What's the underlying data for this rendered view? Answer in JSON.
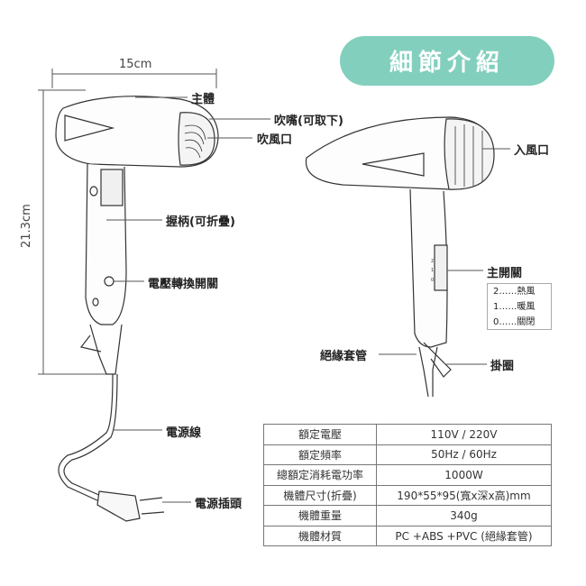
{
  "title": "細節介紹",
  "dimensions": {
    "width": "15cm",
    "height": "21.3cm"
  },
  "labels": {
    "body": "主體",
    "nozzle": "吹嘴(可取下)",
    "outlet": "吹風口",
    "handle": "握柄(可折疊)",
    "voltage_switch": "電壓轉換開關",
    "cord": "電源線",
    "plug": "電源插頭",
    "inlet": "入風口",
    "main_switch": "主開關",
    "sleeve": "絕緣套管",
    "hang_loop": "掛圈"
  },
  "switch_legend": [
    {
      "pos": "2",
      "dots": "……",
      "mode": "熱風"
    },
    {
      "pos": "1",
      "dots": "……",
      "mode": "暖風"
    },
    {
      "pos": "0",
      "dots": "……",
      "mode": "關閉"
    }
  ],
  "specs": [
    {
      "key": "額定電壓",
      "value": "110V / 220V"
    },
    {
      "key": "額定頻率",
      "value": "50Hz / 60Hz"
    },
    {
      "key": "總額定消耗電功率",
      "value": "1000W"
    },
    {
      "key": "機體尺寸(折疊)",
      "value": "190*55*95(寬x深x高)mm"
    },
    {
      "key": "機體重量",
      "value": "340g"
    },
    {
      "key": "機體材質",
      "value": "PC +ABS +PVC (絕緣套管)"
    }
  ]
}
